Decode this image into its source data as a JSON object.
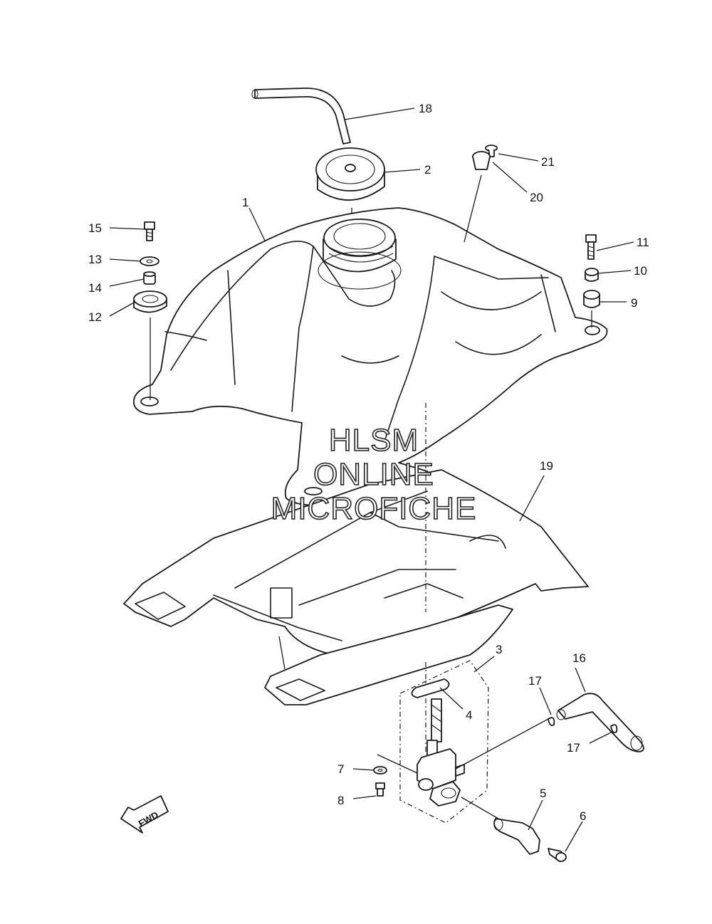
{
  "callouts": [
    {
      "id": "1",
      "label": "1"
    },
    {
      "id": "2",
      "label": "2"
    },
    {
      "id": "3",
      "label": "3"
    },
    {
      "id": "4",
      "label": "4"
    },
    {
      "id": "5",
      "label": "5"
    },
    {
      "id": "6",
      "label": "6"
    },
    {
      "id": "7",
      "label": "7"
    },
    {
      "id": "8",
      "label": "8"
    },
    {
      "id": "9",
      "label": "9"
    },
    {
      "id": "10",
      "label": "10"
    },
    {
      "id": "11",
      "label": "11"
    },
    {
      "id": "12",
      "label": "12"
    },
    {
      "id": "13",
      "label": "13"
    },
    {
      "id": "14",
      "label": "14"
    },
    {
      "id": "15",
      "label": "15"
    },
    {
      "id": "16",
      "label": "16"
    },
    {
      "id": "17a",
      "label": "17"
    },
    {
      "id": "17b",
      "label": "17"
    },
    {
      "id": "18",
      "label": "18"
    },
    {
      "id": "19",
      "label": "19"
    },
    {
      "id": "20",
      "label": "20"
    },
    {
      "id": "21",
      "label": "21"
    }
  ],
  "fwd_label": "FWD",
  "watermark": {
    "line1": "HLSM",
    "line2": "ONLINE",
    "line3": "MICROFICHE"
  }
}
